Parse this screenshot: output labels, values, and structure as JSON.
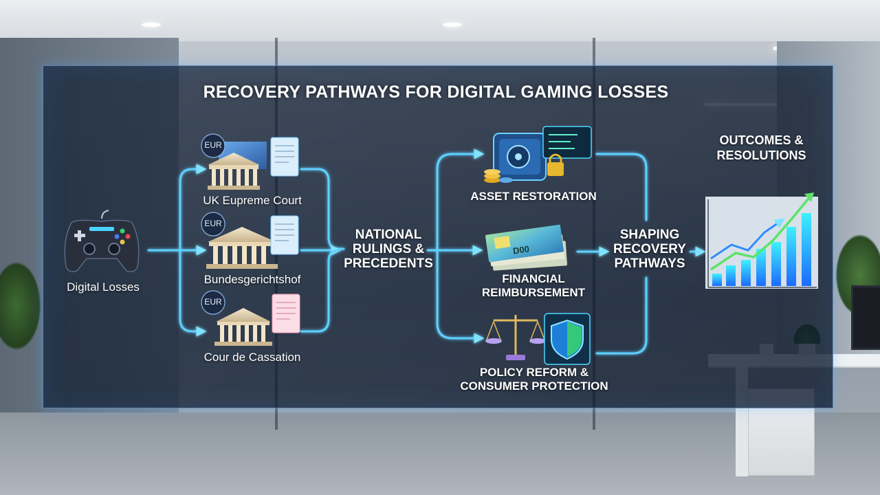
{
  "title": "RECOVERY PATHWAYS FOR DIGITAL GAMING LOSSES",
  "source": {
    "label": "Digital Losses",
    "icon": "gamepad-icon"
  },
  "courts": [
    {
      "name": "UK Eupreme Court",
      "currency": "EUR",
      "icon": "courthouse-icon"
    },
    {
      "name": "Bundesgerichtshof",
      "currency": "EUR",
      "icon": "courthouse-icon"
    },
    {
      "name": "Cour de Cassation",
      "currency": "EUR",
      "icon": "courthouse-icon"
    }
  ],
  "hub": {
    "line1": "NATIONAL",
    "line2": "RULINGS &",
    "line3": "PRECEDENTS"
  },
  "pathways": [
    {
      "line1": "ASSET RESTORATION",
      "line2": "",
      "icon": "vault-lock-icon"
    },
    {
      "line1": "FINANCIAL",
      "line2": "REIMBURSEMENT",
      "icon": "banknotes-icon",
      "note": "D00"
    },
    {
      "line1": "POLICY REFORM &",
      "line2": "CONSUMER PROTECTION",
      "icon": "scales-shield-icon"
    }
  ],
  "shaping": {
    "line1": "SHAPING",
    "line2": "RECOVERY",
    "line3": "PATHWAYS"
  },
  "outcomes": {
    "line1": "OUTCOMES &",
    "line2": "RESOLUTIONS",
    "icon": "growth-chart-icon"
  },
  "colors": {
    "glow": "#5fd0ff",
    "accent_green": "#5be36a",
    "panel": "#12203a"
  }
}
